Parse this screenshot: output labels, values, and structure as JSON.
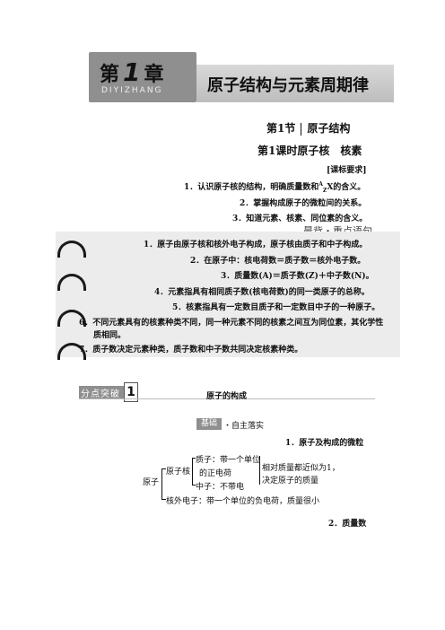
{
  "chapter": {
    "label_pre": "第",
    "number": "1",
    "label_post": "章",
    "pinyin": "DIYIZHANG",
    "title": "原子结构与元素周期律"
  },
  "section": {
    "name": "第1节",
    "title": "原子结构"
  },
  "lesson": {
    "title": "第1课时原子核　核素"
  },
  "requirements": {
    "label": "[课标要求]",
    "items": [
      "1．认识原子核的结构，明确质量数和",
      "X的含义。",
      "2．掌握构成原子的微粒间的关系。",
      "3．知道元素、核素、同位素的含义。"
    ]
  },
  "recite": {
    "label": "晨背・重点语句",
    "items": [
      "1．原子由原子核和核外电子构成，原子核由质子和中子构成。",
      "2．在原子中：核电荷数＝质子数＝核外电子数。",
      "3．质量数(A)＝质子数(Z)＋中子数(N)。",
      "4．元素指具有相同质子数(核电荷数)的同一类原子的总称。",
      "5．核素指具有一定数目质子和一定数目中子的一种原子。",
      "6．不同元素具有的核素种类不同，同一种元素不同的核素之间互为同位素，其化学性",
      "质相同。",
      "7．质子数决定元素种类，质子数和中子数共同决定核素种类。"
    ]
  },
  "keypoint": {
    "tag": "分点突破",
    "number": "1",
    "title": "原子的构成"
  },
  "basics": {
    "tag": "基础",
    "suffix": "・自主落实",
    "heading1": "1．原子及构成的微粒",
    "atom": "原子",
    "nucleus": "原子核",
    "proton_line1": "质子：带一个单位",
    "proton_line2": "的正电荷",
    "neutron": "中子：不带电",
    "mass_note1": "相对质量都近似为1，",
    "mass_note2": "决定原子的质量",
    "electron": "核外电子：带一个单位的负电荷，质量很小",
    "heading2": "2．质量数"
  }
}
